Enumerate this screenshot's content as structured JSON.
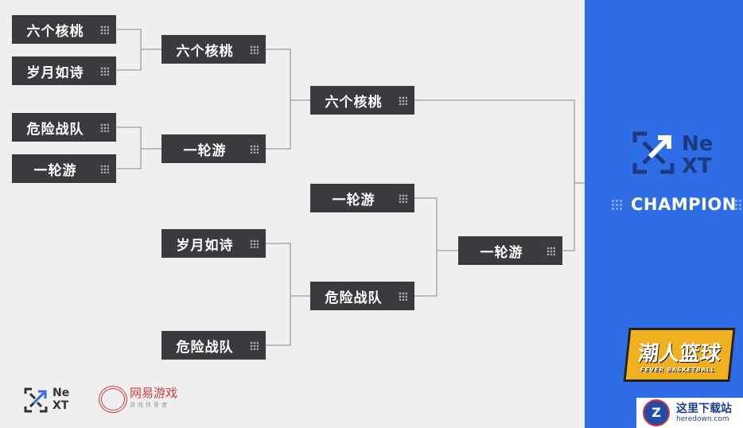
{
  "round1": [
    "六个核桃",
    "岁月如诗",
    "危险战队",
    "一轮游"
  ],
  "round2": [
    "六个核桃",
    "一轮游",
    "岁月如诗",
    "危险战队"
  ],
  "round3": [
    "六个核桃",
    "一轮游",
    "危险战队"
  ],
  "final": [
    "一轮游"
  ],
  "champion_label": "CHAMPION",
  "game_logo": {
    "title": "潮人篮球",
    "subtitle": "FEVER BASKETBALL"
  },
  "sponsor": {
    "next": "NeXT",
    "netease": "网易游戏",
    "netease_sub": "游戏热爱者"
  },
  "watermark": {
    "title": "这里下载站",
    "url": "heredown.com"
  },
  "colors": {
    "panel": "#2f6de6",
    "box": "#393c3f"
  }
}
